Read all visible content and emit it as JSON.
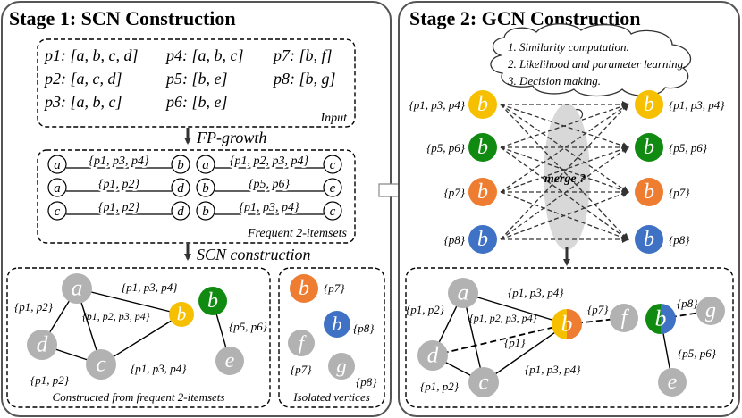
{
  "stage1": {
    "title": "Stage 1: SCN Construction",
    "input": {
      "items": [
        "p1: [a, b, c, d]",
        "p4: [a, b, c]",
        "p7: [b, f]",
        "p2: [a, c, d]",
        "p5: [b, e]",
        "p8: [b, g]",
        "p3: [a, b, c]",
        "p6: [b, e]"
      ],
      "caption": "Input"
    },
    "fp_growth": "FP-growth",
    "itemsets": {
      "rows": [
        {
          "left": "a",
          "label": "{p1, p3, p4}",
          "right": "b"
        },
        {
          "left": "a",
          "label": "{p1, p2}",
          "right": "d"
        },
        {
          "left": "c",
          "label": "{p1, p2}",
          "right": "d"
        },
        {
          "left": "a",
          "label": "{p1, p2, p3, p4}",
          "right": "c"
        },
        {
          "left": "b",
          "label": "{p5, p6}",
          "right": "e"
        },
        {
          "left": "b",
          "label": "{p1, p3, p4}",
          "right": "c"
        }
      ],
      "caption": "Frequent 2-itemsets"
    },
    "scn_construction": "SCN construction",
    "scn": {
      "nodes": {
        "a": "a",
        "b": "b",
        "c": "c",
        "d": "d",
        "e": "e"
      },
      "edge_labels": {
        "ab": "{p1, p3, p4}",
        "ad": "{p1, p2}",
        "ac": "{p1, p2, p3, p4}",
        "cd": "{p1, p2}",
        "bc": "{p1, p3, p4}",
        "be": "{p5, p6}"
      },
      "caption": "Constructed from frequent 2-itemsets"
    },
    "isolated": {
      "nodes": [
        {
          "name": "b",
          "label": "{p7}"
        },
        {
          "name": "b",
          "label": "{p8}"
        },
        {
          "name": "f",
          "label": "{p7}"
        },
        {
          "name": "g",
          "label": "{p8}"
        }
      ],
      "caption": "Isolated vertices"
    }
  },
  "stage2": {
    "title": "Stage 2: GCN Construction",
    "cloud_steps": [
      "1. Similarity computation.",
      "2. Likelihood and parameter learning.",
      "3. Decision making."
    ],
    "merge_label": "merge ?",
    "left_nodes": [
      {
        "name": "b",
        "label": "{p1, p3, p4}",
        "color": "#f6c000"
      },
      {
        "name": "b",
        "label": "{p5, p6}",
        "color": "#108a10"
      },
      {
        "name": "b",
        "label": "{p7}",
        "color": "#ee7d31"
      },
      {
        "name": "b",
        "label": "{p8}",
        "color": "#3f72c4"
      }
    ],
    "right_nodes": [
      {
        "name": "b",
        "label": "{p1, p3, p4}",
        "color": "#f6c000"
      },
      {
        "name": "b",
        "label": "{p5, p6}",
        "color": "#108a10"
      },
      {
        "name": "b",
        "label": "{p7}",
        "color": "#ee7d31"
      },
      {
        "name": "b",
        "label": "{p8}",
        "color": "#3f72c4"
      }
    ],
    "gcn": {
      "nodes": {
        "a": "a",
        "b1": "b",
        "b2": "b",
        "c": "c",
        "d": "d",
        "e": "e",
        "f": "f",
        "g": "g"
      },
      "edge_labels": {
        "ab": "{p1, p3, p4}",
        "ad": "{p1, p2}",
        "ac": "{p1, p2, p3, p4}",
        "cd": "{p1, p2}",
        "bc": "{p1, p3, p4}",
        "bf": "{p7}",
        "db": "{p1}",
        "bg": "{p8}",
        "be": "{p5, p6}"
      }
    }
  },
  "colors": {
    "gray_node": "#b2b2b2",
    "yellow": "#f6c000",
    "green": "#108a10",
    "orange": "#ee7d31",
    "blue": "#3f72c4"
  }
}
